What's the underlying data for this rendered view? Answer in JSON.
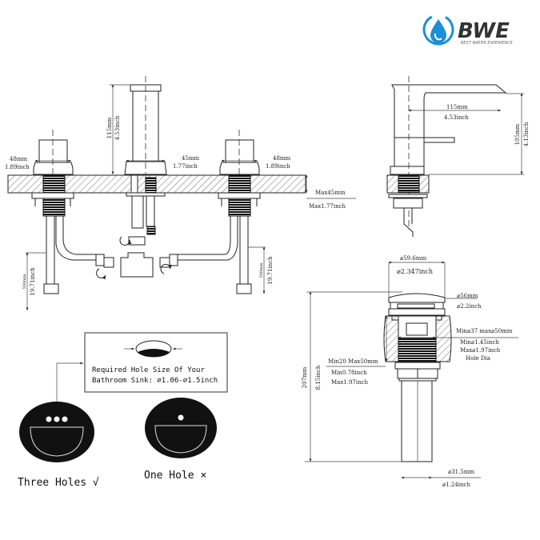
{
  "brand": {
    "name": "BWE",
    "tagline": "BEST WATER EXPERIENCE",
    "color": "#1b8fd6"
  },
  "front_view": {
    "spout_height": {
      "mm": "115mm",
      "inch": "4.53inch"
    },
    "left_handle_dia": {
      "mm": "48mm",
      "inch": "1.89inch"
    },
    "spout_base_dia": {
      "mm": "45mm",
      "inch": "1.77inch"
    },
    "right_handle_dia": {
      "mm": "48mm",
      "inch": "1.89inch"
    },
    "deck_thickness": {
      "mm": "Max45mm",
      "inch": "Max1.77inch"
    },
    "left_hose_length": {
      "mm": "500mm",
      "inch": "19.71inch"
    },
    "right_hose_length": {
      "mm": "500mm",
      "inch": "19.71inch"
    }
  },
  "side_view": {
    "spout_reach": {
      "mm": "115mm",
      "inch": "4.53inch"
    },
    "spout_height": {
      "mm": "105mm",
      "inch": "4.13inch"
    }
  },
  "drain": {
    "cap_dia": {
      "mm": "⌀59.6mm",
      "inch": "⌀2.347inch"
    },
    "flange_dia": {
      "mm": "⌀56mm",
      "inch": "⌀2.2inch"
    },
    "hole_dia": {
      "mm": "Min⌀37 max⌀50mm",
      "inch_min": "Min⌀1.45inch",
      "inch_max": "Max⌀1.97inch",
      "note": "Hole Dia"
    },
    "basin_thickness": {
      "mm": "Min20 Max50mm",
      "inch_min": "Min0.78inch",
      "inch_max": "Max1.97inch"
    },
    "total_height": {
      "mm": "207mm",
      "inch": "8.15inch"
    },
    "tail_dia": {
      "mm": "⌀31.5mm",
      "inch": "⌀1.24inch"
    }
  },
  "hole_note": {
    "line1": "Required Hole Size Of Your",
    "line2": "Bathroom Sink: ⌀1.06-⌀1.5inch"
  },
  "sinks": [
    {
      "label": "Three Holes √",
      "holes": 3,
      "ok": true
    },
    {
      "label": "One Hole ×",
      "holes": 1,
      "ok": false
    }
  ]
}
